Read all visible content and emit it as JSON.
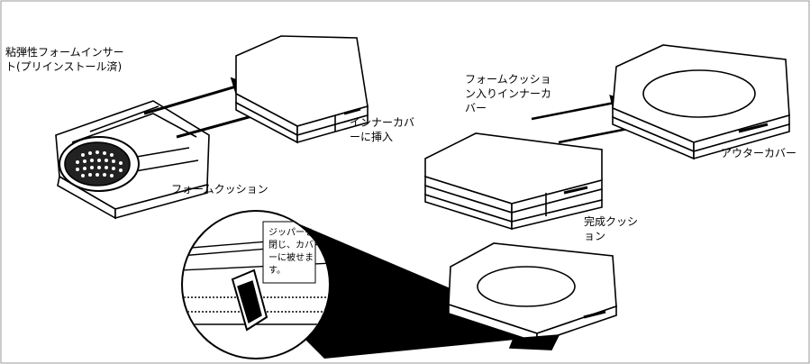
{
  "labels": {
    "viscoelastic_insert": [
      "粘弾性フォームインサー",
      "ト(プリインストール済)"
    ],
    "foam_cushion": "フォームクッション",
    "insert_into_inner_cover": [
      "インナーカバ",
      "ーに挿入"
    ],
    "foam_cushion_in_inner_cover": [
      "フォームクッショ",
      "ン入りインナーカ",
      "バー"
    ],
    "outer_cover": "アウターカバー",
    "finished_cushion": [
      "完成クッシ",
      "ョン"
    ],
    "zipper_instruction": [
      "ジッパーを",
      "閉じ、カバ",
      "ーに被せま",
      "す。"
    ]
  },
  "colors": {
    "ink": "#000000",
    "paper": "#ffffff",
    "frame": "#9a9a9a",
    "wedge": "#000000"
  }
}
